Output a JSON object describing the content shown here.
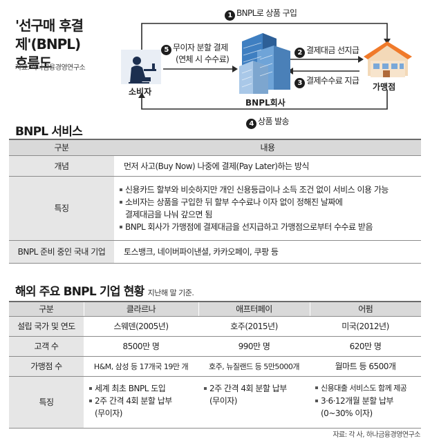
{
  "title": "'선구매 후결제'(BNPL)\n흐름도",
  "source_top": "자료: 하나금융경영연구소",
  "flow": {
    "step1": {
      "num": "1",
      "text": "BNPL로 상품 구입"
    },
    "step2": {
      "num": "2",
      "text": "결제대금 선지급"
    },
    "step3": {
      "num": "3",
      "text": "결제수수료 지급"
    },
    "step4": {
      "num": "4",
      "text": "상품 발송"
    },
    "step5": {
      "num": "5",
      "text": "무이자 분할 결제",
      "sub": "(연체 시 수수료)"
    },
    "consumer": "소비자",
    "company": "BNPL회사",
    "merchant": "가맹점"
  },
  "services": {
    "heading": "BNPL 서비스",
    "columns": [
      "구분",
      "내용"
    ],
    "concept_label": "개념",
    "concept_value": "먼저 사고(Buy Now) 나중에 결제(Pay Later)하는 방식",
    "features_label": "특징",
    "features": [
      "신용카드 할부와 비슷하지만 개인 신용등급이나 소득 조건 없이 서비스 이용 가능",
      "소비자는 상품을 구입한 뒤 할부 수수료나 이자 없이 정해진 날짜에",
      "결제대금을 나눠 갚으면 됨",
      "BNPL 회사가 가맹점에 결제대금을 선지급하고 가맹점으로부터 수수료 받음"
    ],
    "domestic_label": "BNPL 준비 중인 국내 기업",
    "domestic_value": "토스뱅크, 네이버파이낸셜, 카카오페이, 쿠팡 등"
  },
  "companies": {
    "heading": "해외 주요 BNPL 기업 현황",
    "heading_sub": "지난해 말 기준.",
    "columns": [
      "구분",
      "클라르나",
      "애프터페이",
      "어펌"
    ],
    "rows": [
      {
        "label": "설립 국가 및 연도",
        "values": [
          "스웨덴(2005년)",
          "호주(2015년)",
          "미국(2012년)"
        ]
      },
      {
        "label": "고객 수",
        "values": [
          "8500만 명",
          "990만 명",
          "620만 명"
        ]
      },
      {
        "label": "가맹점 수",
        "values": [
          "H&M, 삼성 등 17개국 19만 개",
          "호주, 뉴질랜드 등 5만5000개",
          "월마트 등 6500개"
        ]
      }
    ],
    "features_label": "특징",
    "features": [
      [
        "세계 최초 BNPL 도입",
        "2주 간격 4회 분할 납부",
        "(무이자)"
      ],
      [
        "2주 간격 4회 분할 납부",
        "(무이자)"
      ],
      [
        "신용대출 서비스도 함께 제공",
        "3·6·12개월 분할 납부",
        "(0~30% 이자)"
      ]
    ]
  },
  "source_bottom": "자료: 각 사, 하나금융경영연구소",
  "colors": {
    "header_bg": "#d9d9d9",
    "label_bg": "#e6e6e6",
    "accent": "#2a64a8",
    "merchant_roof": "#f07a2a"
  }
}
